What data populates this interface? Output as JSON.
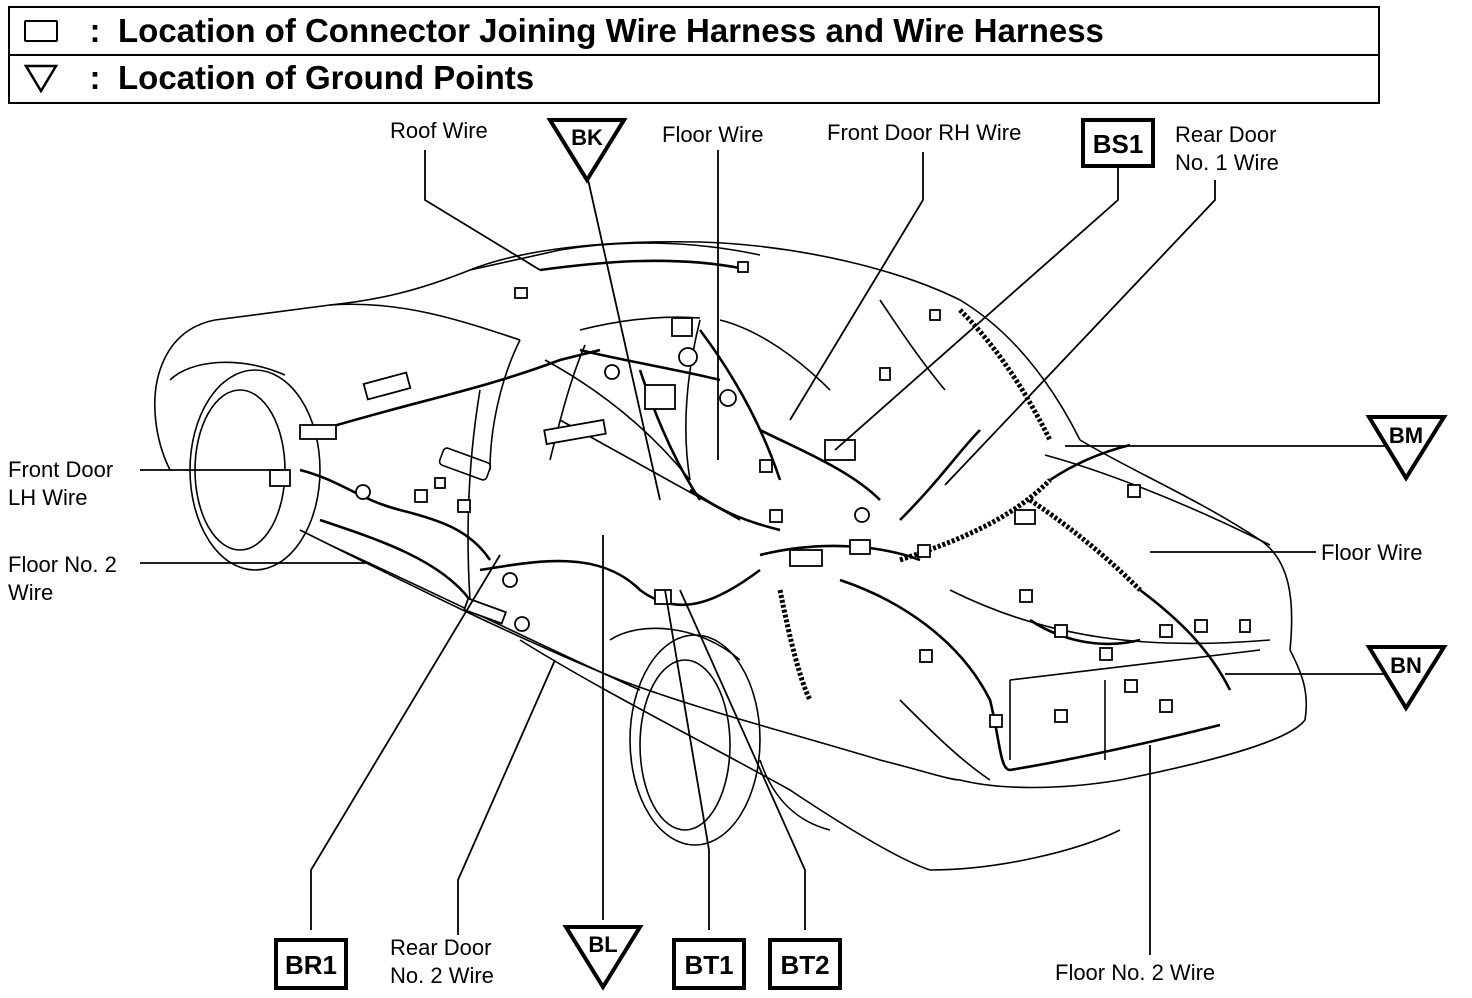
{
  "legend": {
    "connector_text": "Location of Connector Joining Wire Harness and Wire Harness",
    "ground_text": "Location of Ground Points",
    "colon": ":"
  },
  "labels": {
    "roof_wire": "Roof Wire",
    "floor_wire_top": "Floor Wire",
    "front_door_rh_wire": "Front Door RH Wire",
    "rear_door_no1_line1": "Rear Door",
    "rear_door_no1_line2": "No. 1 Wire",
    "front_door_lh_line1": "Front Door",
    "front_door_lh_line2": "LH Wire",
    "floor_no2_left_line1": "Floor No. 2",
    "floor_no2_left_line2": "Wire",
    "floor_wire_right": "Floor Wire",
    "rear_door_no2_line1": "Rear Door",
    "rear_door_no2_line2": "No. 2 Wire",
    "floor_no2_bottom": "Floor No. 2 Wire"
  },
  "connectors": {
    "bs1": "BS1",
    "br1": "BR1",
    "bt1": "BT1",
    "bt2": "BT2"
  },
  "grounds": {
    "bk": "BK",
    "bm": "BM",
    "bn": "BN",
    "bl": "BL"
  }
}
